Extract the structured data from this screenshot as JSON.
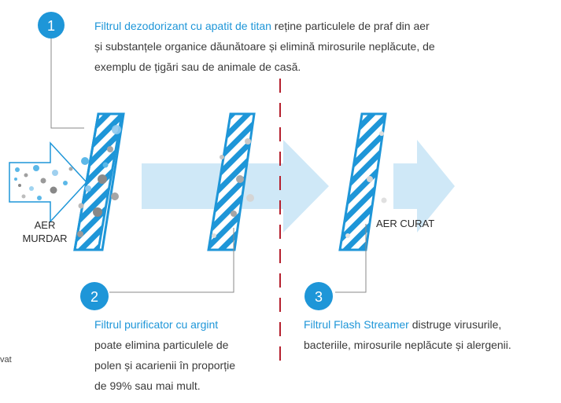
{
  "colors": {
    "accent": "#1e96d8",
    "arrow_light": "#cfe8f7",
    "divider": "#b5202e",
    "leader_line": "#8a8a8a"
  },
  "steps": [
    {
      "number": "1",
      "title": "Filtrul dezodorizant cu apatit de titan",
      "lines": [
        " reține particulele de praf din aer",
        "și substanțele organice dăunătoare și elimină mirosurile neplăcute, de",
        "exemplu de țigări sau de animale de casă."
      ]
    },
    {
      "number": "2",
      "title": "Filtrul purificator cu argint",
      "lines": [
        "poate elimina particulele de",
        "polen și acarienii în proporție",
        "de 99% sau mai mult."
      ]
    },
    {
      "number": "3",
      "title": "Filtrul Flash Streamer",
      "lines": [
        " distruge virusurile,",
        "bacteriile, mirosurile neplăcute și alergenii."
      ]
    }
  ],
  "flow_labels": {
    "dirty_air_line1": "AER",
    "dirty_air_line2": "MURDAR",
    "clean_air": "AER CURAT"
  },
  "edge_fragment": "vat"
}
